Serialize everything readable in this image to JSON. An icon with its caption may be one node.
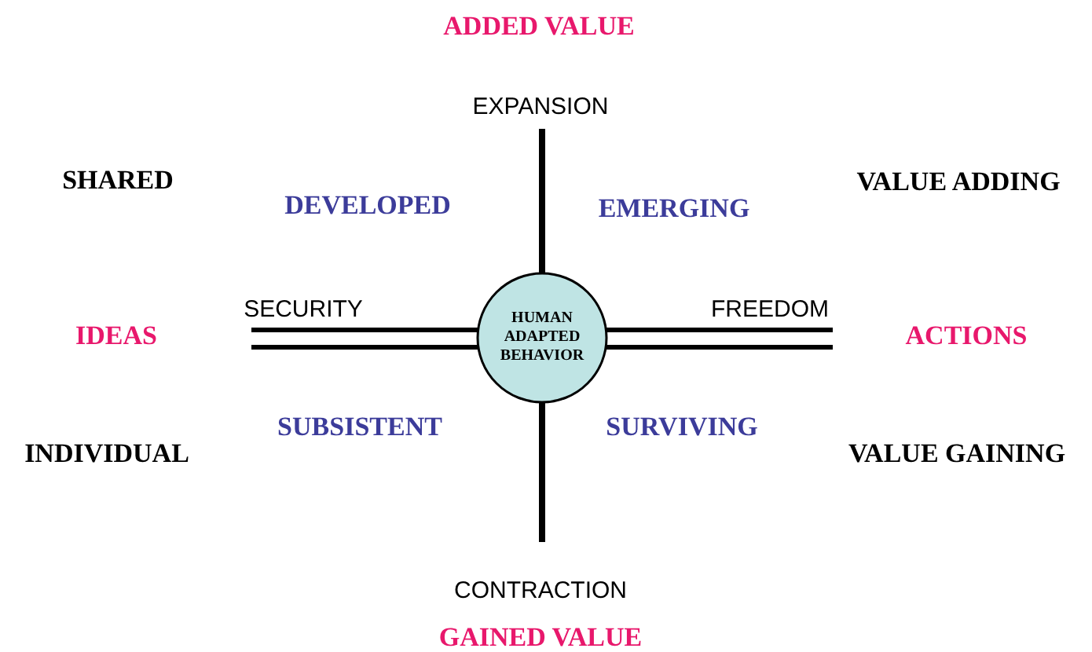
{
  "diagram": {
    "nodes": [
      {
        "text": [
          "HUMAN ADAPTED BEHAVIOR"
        ]
      }
    ],
    "edges": [],
    "labels": [
      "ADDED VALUE",
      "EXPANSION",
      "SHARED",
      "DEVELOPED",
      "EMERGING",
      "VALUE ADDING",
      "SECURITY",
      "FREEDOM",
      "IDEAS",
      "ACTIONS",
      "INDIVIDUAL",
      "SUBSISTENT",
      "SURVIVING",
      "VALUE GAINING",
      "CONTRACTION",
      "GAINED VALUE"
    ]
  }
}
